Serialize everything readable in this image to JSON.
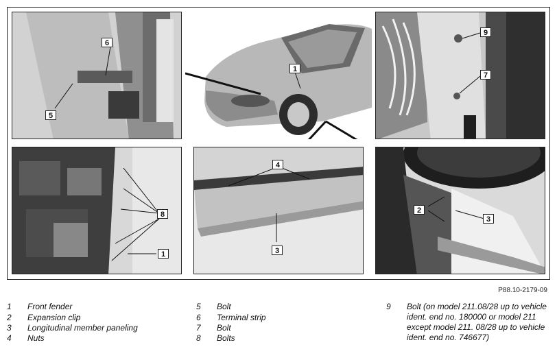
{
  "callouts": {
    "p1": [
      "6",
      "5"
    ],
    "car": [
      "1"
    ],
    "p3": [
      "9",
      "7"
    ],
    "p4": [
      "8",
      "1"
    ],
    "p5": [
      "4",
      "3"
    ],
    "p6": [
      "2",
      "3"
    ]
  },
  "reference": "P88.10-2179-09",
  "legend": [
    {
      "num": "1",
      "label": "Front fender"
    },
    {
      "num": "2",
      "label": "Expansion clip"
    },
    {
      "num": "3",
      "label": "Longitudinal member paneling"
    },
    {
      "num": "4",
      "label": "Nuts"
    },
    {
      "num": "5",
      "label": "Bolt"
    },
    {
      "num": "6",
      "label": "Terminal strip"
    },
    {
      "num": "7",
      "label": "Bolt"
    },
    {
      "num": "8",
      "label": "Bolts"
    },
    {
      "num": "9",
      "label": "Bolt (on model 211.08/28 up to vehicle ident. end no. 180000 or model 211 except model 211. 08/28 up to vehicle ident. end no. 746677)"
    }
  ]
}
